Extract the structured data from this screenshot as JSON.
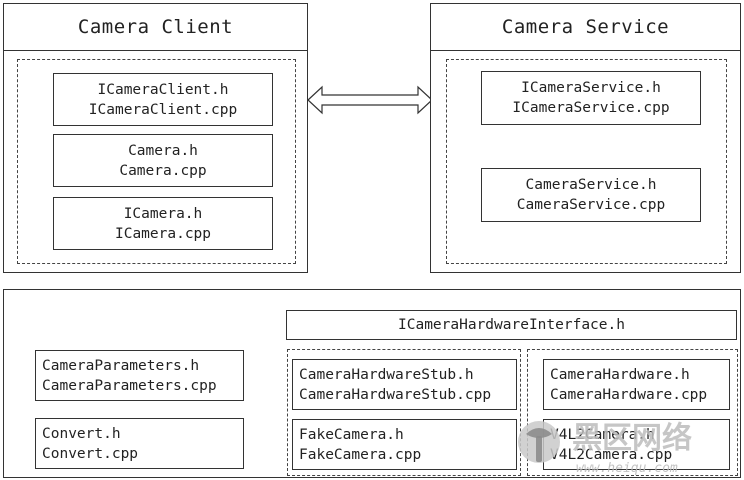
{
  "client": {
    "title": "Camera Client",
    "files": [
      {
        "line1": "ICameraClient.h",
        "line2": "ICameraClient.cpp"
      },
      {
        "line1": "Camera.h",
        "line2": "Camera.cpp"
      },
      {
        "line1": "ICamera.h",
        "line2": "ICamera.cpp"
      }
    ]
  },
  "service": {
    "title": "Camera Service",
    "files": [
      {
        "line1": "ICameraService.h",
        "line2": "ICameraService.cpp"
      },
      {
        "line1": "CameraService.h",
        "line2": "CameraService.cpp"
      }
    ]
  },
  "hal": {
    "interface_label": "ICameraHardwareInterface.h",
    "left_files": [
      {
        "line1": "CameraParameters.h",
        "line2": "CameraParameters.cpp"
      },
      {
        "line1": "Convert.h",
        "line2": "Convert.cpp"
      }
    ],
    "stub_files": [
      {
        "line1": "CameraHardwareStub.h",
        "line2": "CameraHardwareStub.cpp"
      },
      {
        "line1": "FakeCamera.h",
        "line2": "FakeCamera.cpp"
      }
    ],
    "hw_files": [
      {
        "line1": "CameraHardware.h",
        "line2": "CameraHardware.cpp"
      },
      {
        "line1": "V4L2Camera.h",
        "line2": "V4L2Camera.cpp"
      }
    ]
  },
  "watermark": {
    "text_cn": "黑区网络",
    "url": "www.heiqu.com"
  }
}
